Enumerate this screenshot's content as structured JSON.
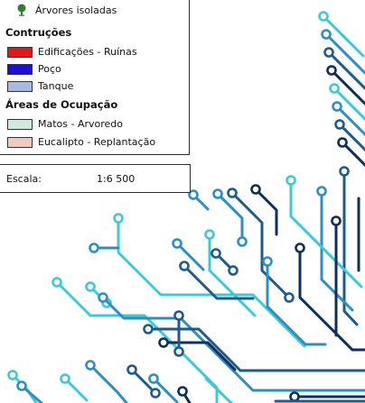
{
  "legend": {
    "isolated_trees_label": "Árvores isoladas",
    "construcoes": {
      "heading": "Contruções",
      "items": [
        {
          "label": "Edificações - Ruínas",
          "color": "#e8141c"
        },
        {
          "label": "Poço",
          "color": "#1f0fd6"
        },
        {
          "label": "Tanque",
          "color": "#a9b9e3"
        }
      ]
    },
    "areas": {
      "heading": "Áreas de Ocupação",
      "items": [
        {
          "label": "Matos - Arvoredo",
          "color": "#cdebdc"
        },
        {
          "label": "Eucalipto - Replantação",
          "color": "#f1c9c3"
        }
      ]
    },
    "tree_icon_color": "#2e7d32"
  },
  "scale": {
    "label": "Escala:",
    "value": "1:6 500"
  },
  "decoration": {
    "colors": [
      "#3ec9d6",
      "#2b8fbf",
      "#1e5a8a",
      "#0e2f57"
    ]
  }
}
